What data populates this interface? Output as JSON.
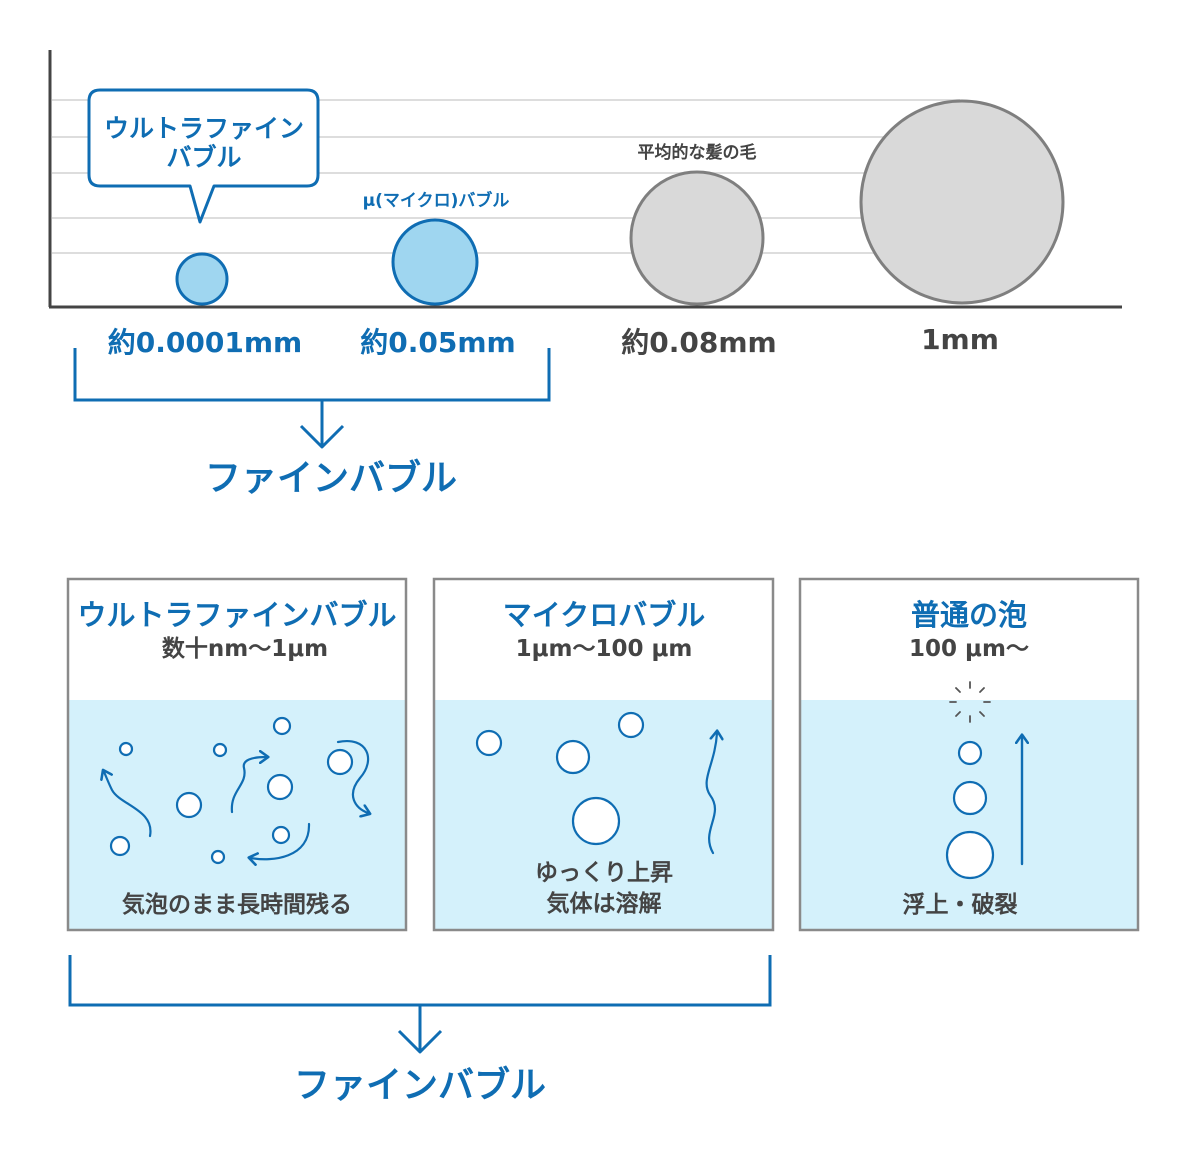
{
  "colors": {
    "brand_blue": "#0f6db3",
    "bubble_fill": "#9fd6f0",
    "water": "#d4f1fb",
    "gray_circle": "#d9d9d9",
    "gray_stroke": "#7f7f7f",
    "grid": "#dddddd"
  },
  "size_chart": {
    "callout": {
      "line1": "ウルトラファイン",
      "line2": "バブル"
    },
    "micro_label": "μ(マイクロ)バブル",
    "hair_label": "平均的な髪の毛",
    "sizes": [
      {
        "label": "約0.0001mm",
        "kind": "ultrafine"
      },
      {
        "label": "約0.05mm",
        "kind": "micro"
      },
      {
        "label": "約0.08mm",
        "kind": "hair"
      },
      {
        "label": "1mm",
        "kind": "regular"
      }
    ],
    "group_label": "ファインバブル"
  },
  "panels": [
    {
      "title": "ウルトラファインバブル",
      "range": "数十nm〜1μm",
      "caption": "気泡のまま長時間残る",
      "icon": "wavy-arrows-icon"
    },
    {
      "title": "マイクロバブル",
      "range": "1μm〜100 μm",
      "caption_line1": "ゆっくり上昇",
      "caption_line2": "気体は溶解",
      "icon": "rising-arrow-icon"
    },
    {
      "title": "普通の泡",
      "range": "100 μm〜",
      "caption": "浮上・破裂",
      "icon": "burst-icon"
    }
  ],
  "panels_group_label": "ファインバブル"
}
